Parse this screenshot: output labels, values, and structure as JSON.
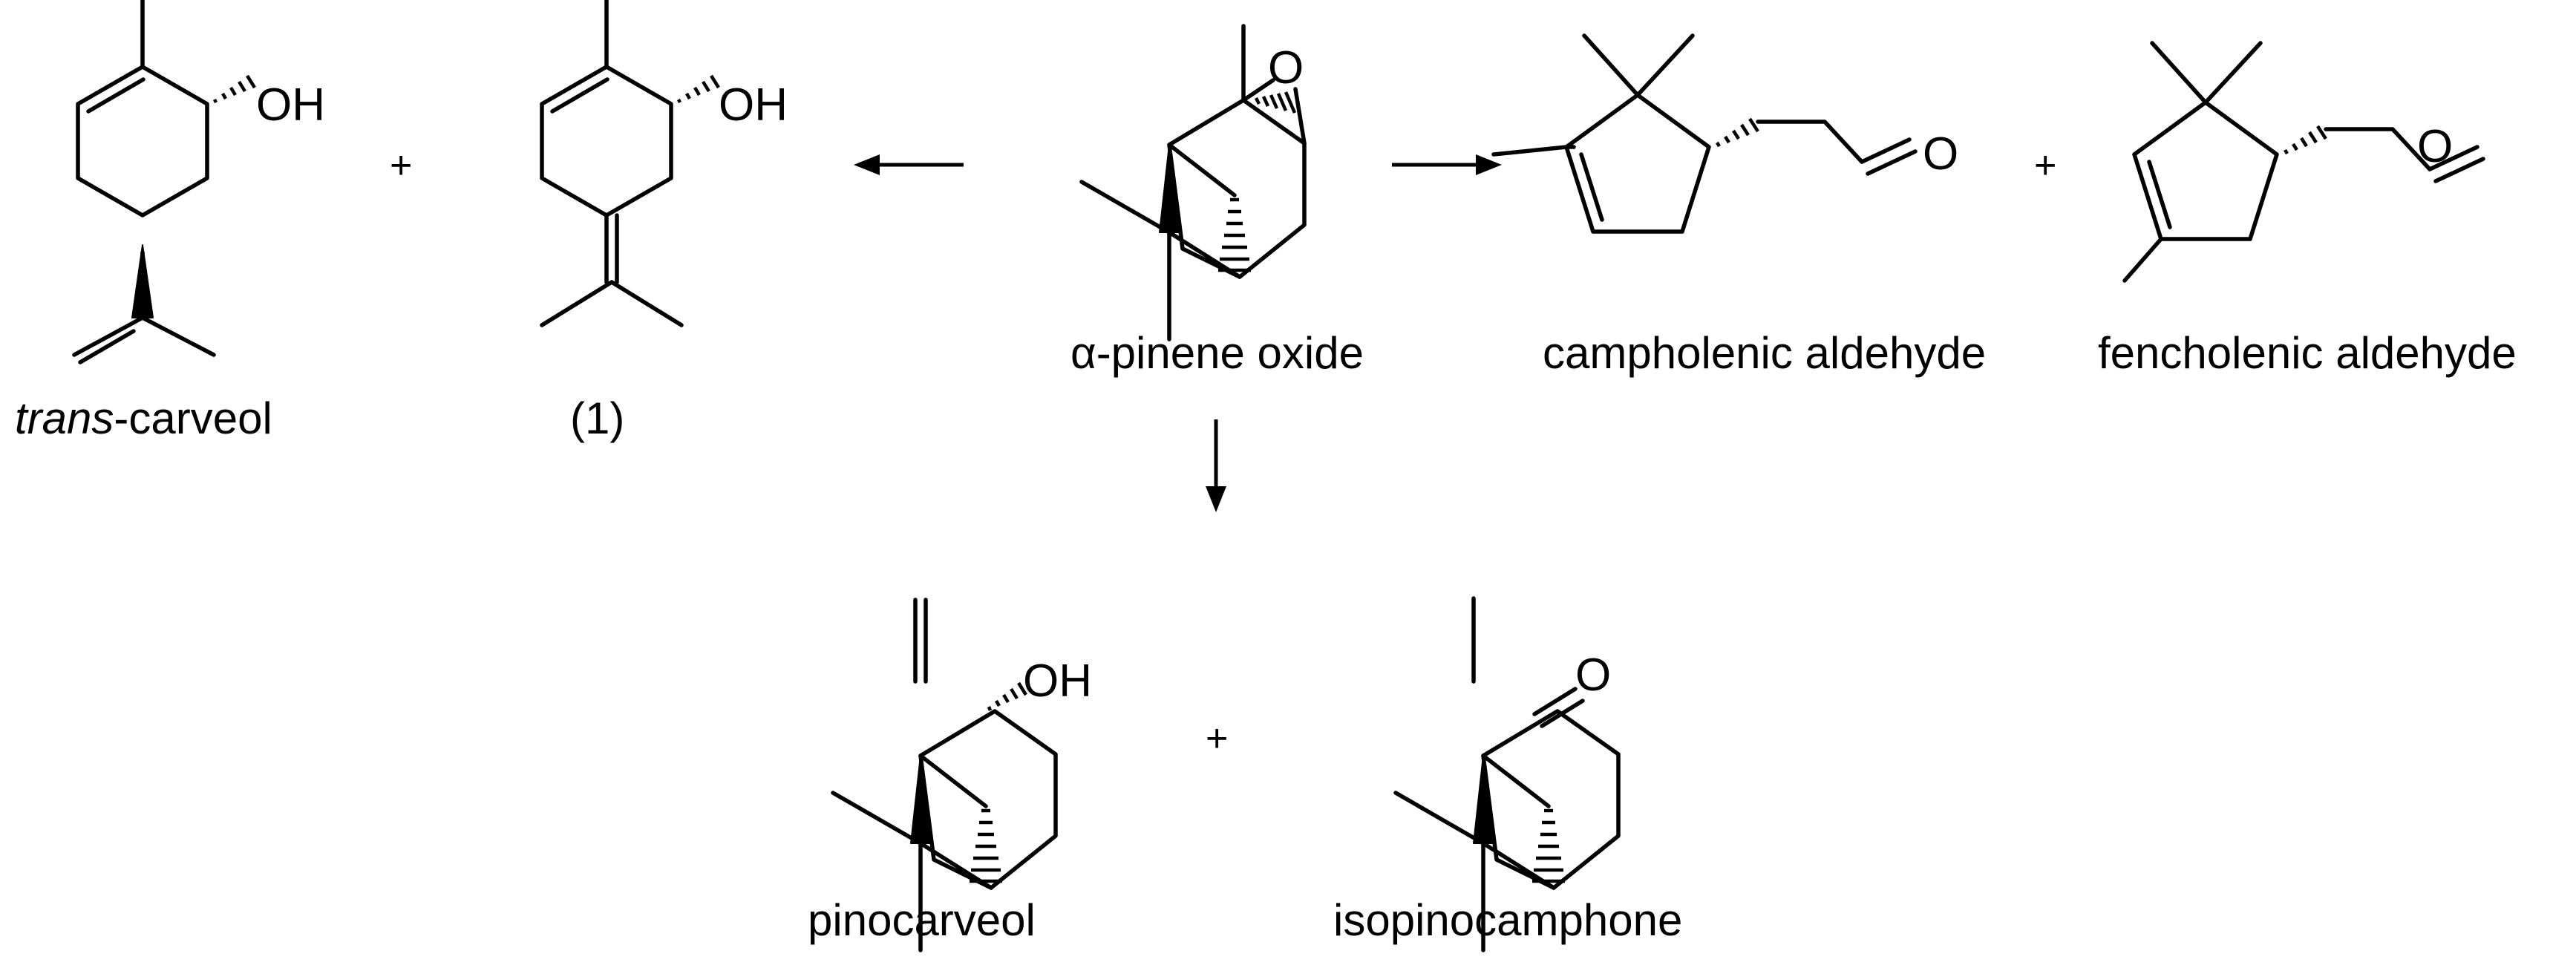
{
  "compounds": {
    "trans_carveol": {
      "prefix": "trans",
      "suffix": "-carveol",
      "oh": "OH"
    },
    "compound_1": {
      "label": "(1)",
      "oh": "OH"
    },
    "pinene_oxide": {
      "alpha": "α",
      "name": "-pinene oxide",
      "o": "O"
    },
    "campholenic": {
      "label": "campholenic aldehyde",
      "o": "O"
    },
    "fencholenic": {
      "label": "fencholenic aldehyde",
      "o": "O"
    },
    "pinocarveol": {
      "label": "pinocarveol",
      "oh": "OH"
    },
    "isopinocamphone": {
      "label": "isopinocamphone",
      "o": "O"
    }
  },
  "plus_sign": "+"
}
